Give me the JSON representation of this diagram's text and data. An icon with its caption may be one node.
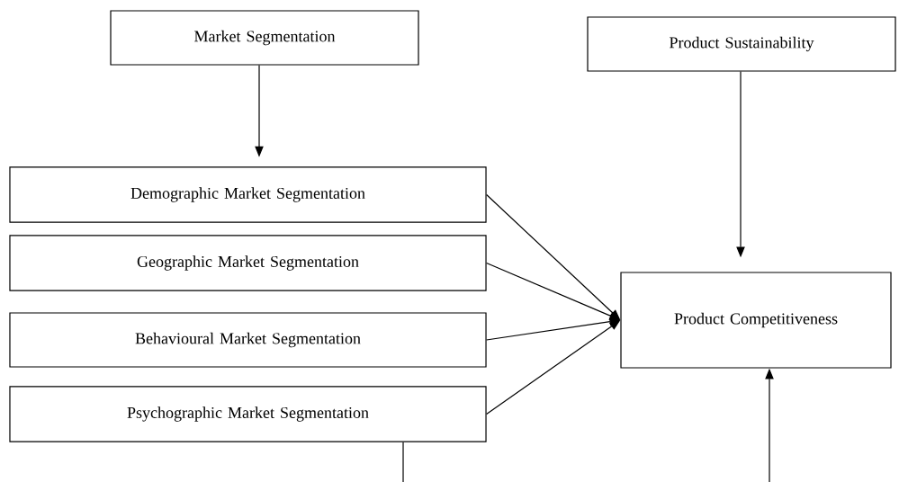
{
  "diagram": {
    "nodes": [
      {
        "text": [
          "Market Segmentation"
        ]
      },
      {
        "text": [
          "Product Sustainability"
        ]
      },
      {
        "text": [
          "Demographic Market Segmentation"
        ]
      },
      {
        "text": [
          "Geographic Market Segmentation"
        ]
      },
      {
        "text": [
          "Behavioural Market Segmentation"
        ]
      },
      {
        "text": [
          "Psychographic Market Segmentation"
        ]
      },
      {
        "text": [
          "Product Competitiveness"
        ]
      }
    ],
    "edges": [
      {
        "from": 0,
        "to": 2,
        "arrow": "to"
      },
      {
        "from": 1,
        "to": 6,
        "arrow": "to"
      },
      {
        "from": 2,
        "to": 6,
        "arrow": "to"
      },
      {
        "from": 3,
        "to": 6,
        "arrow": "to"
      },
      {
        "from": 4,
        "to": 6,
        "arrow": "to"
      },
      {
        "from": 5,
        "to": 6,
        "arrow": "to"
      },
      {
        "from": 5,
        "to": 6,
        "arrow": "to"
      }
    ]
  }
}
